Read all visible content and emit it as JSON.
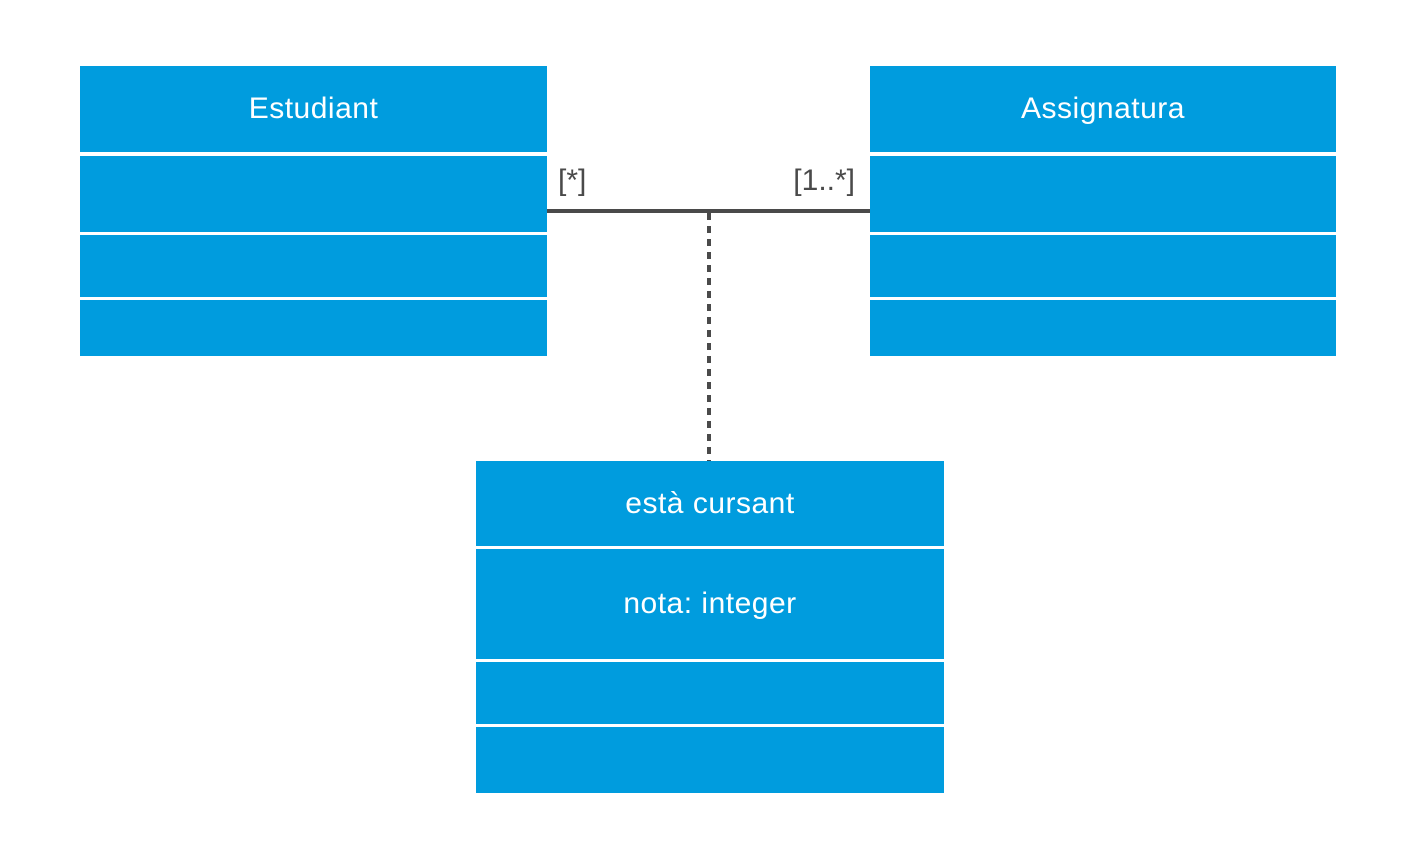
{
  "colors": {
    "shape_fill": "#009CDE",
    "shape_text": "#FFFFFF",
    "line": "#4A4A4A",
    "background": "#FFFFFF"
  },
  "diagram": {
    "type": "uml-class-diagram",
    "classes": {
      "estudiant": {
        "title": "Estudiant",
        "attributes": [],
        "empty_compartments": 3
      },
      "assignatura": {
        "title": "Assignatura",
        "attributes": [],
        "empty_compartments": 3
      },
      "association_class": {
        "title": "està cursant",
        "attribute": "nota: integer",
        "empty_compartments": 2
      }
    },
    "association": {
      "between": [
        "Estudiant",
        "Assignatura"
      ],
      "multiplicity_left": "[*]",
      "multiplicity_right": "[1..*]",
      "line_style": "solid",
      "association_class_link_style": "dashed"
    }
  }
}
